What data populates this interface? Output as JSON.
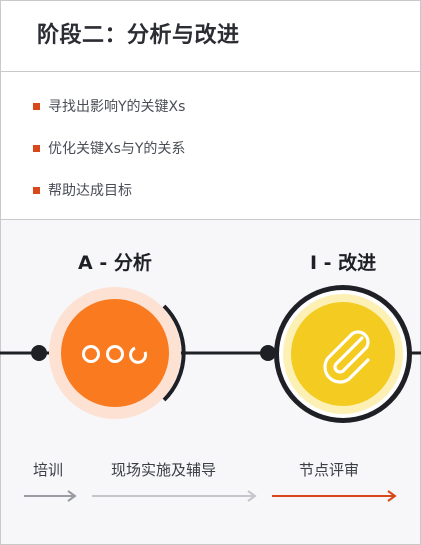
{
  "header": {
    "title": "阶段二：分析与改进"
  },
  "bullets": [
    {
      "text": "寻找出影响Y的关键Xs"
    },
    {
      "text": "优化关键Xs与Y的关系"
    },
    {
      "text": "帮助达成目标"
    }
  ],
  "phases": [
    {
      "label": "A - 分析",
      "icon": "ellipsis-icon",
      "color": "#fa7a20"
    },
    {
      "label": "I - 改进",
      "icon": "paperclip-icon",
      "color": "#f4cb20"
    }
  ],
  "steps": [
    {
      "label": "培训",
      "color": "#9a9ca3"
    },
    {
      "label": "现场实施及辅导",
      "color": "#c4c6cc"
    },
    {
      "label": "节点评审",
      "color": "#d9481a"
    }
  ]
}
